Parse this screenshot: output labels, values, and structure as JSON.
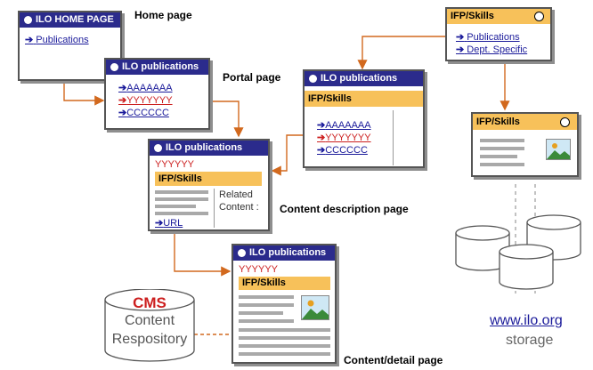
{
  "home": {
    "title": "ILO HOME PAGE",
    "link": "Publications",
    "label": "Home page"
  },
  "portal": {
    "title": "ILO publications",
    "links": [
      "AAAAAAA",
      "YYYYYYY",
      "CCCCCC"
    ],
    "label": "Portal page"
  },
  "portal_mid": {
    "title": "ILO publications",
    "bar": "IFP/Skills",
    "links": [
      "AAAAAAA",
      "YYYYYYY",
      "CCCCCC"
    ]
  },
  "ifp_top": {
    "title": "IFP/Skills",
    "links": [
      "Publications",
      "Dept. Specific"
    ]
  },
  "content_desc": {
    "title": "ILO publications",
    "red_text": "YYYYYY",
    "bar": "IFP/Skills",
    "related": "Related Content :",
    "link": "URL",
    "label": "Content description page"
  },
  "ifp_right": {
    "title": "IFP/Skills"
  },
  "storage": {
    "link": "www.ilo.org",
    "label": "storage"
  },
  "detail": {
    "title": "ILO publications",
    "red_text": "YYYYYY",
    "bar": "IFP/Skills",
    "label": "Content/detail page"
  },
  "cms": {
    "title": "CMS",
    "line1": "Content",
    "line2": "Respository"
  },
  "colors": {
    "navy": "#2b2b8c",
    "yellow": "#f7c15a",
    "red": "#cc1f1f",
    "link": "#1a1a9a",
    "connector": "#d2691e"
  }
}
